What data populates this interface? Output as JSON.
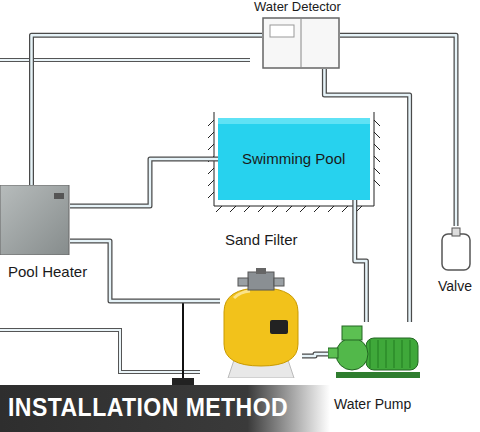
{
  "diagram": {
    "title": "INSTALLATION METHOD",
    "nodes": [
      {
        "text": [
          "Water Detector"
        ]
      },
      {
        "text": [
          "Swimming Pool"
        ]
      },
      {
        "text": [
          "Pool Heater"
        ]
      },
      {
        "text": [
          "Sand Filter"
        ]
      },
      {
        "text": [
          "Valve"
        ]
      },
      {
        "text": [
          "Water Pump"
        ]
      }
    ],
    "edges": [
      {
        "from": 0,
        "to": 2,
        "arrow": "none"
      },
      {
        "from": 0,
        "to": 4,
        "arrow": "none"
      },
      {
        "from": 0,
        "to": 5,
        "arrow": "none"
      },
      {
        "from": 1,
        "to": 5,
        "arrow": "none"
      },
      {
        "from": 5,
        "to": 3,
        "arrow": "none"
      },
      {
        "from": 3,
        "to": 2,
        "arrow": "none"
      },
      {
        "from": 2,
        "to": 1,
        "arrow": "none"
      }
    ]
  }
}
